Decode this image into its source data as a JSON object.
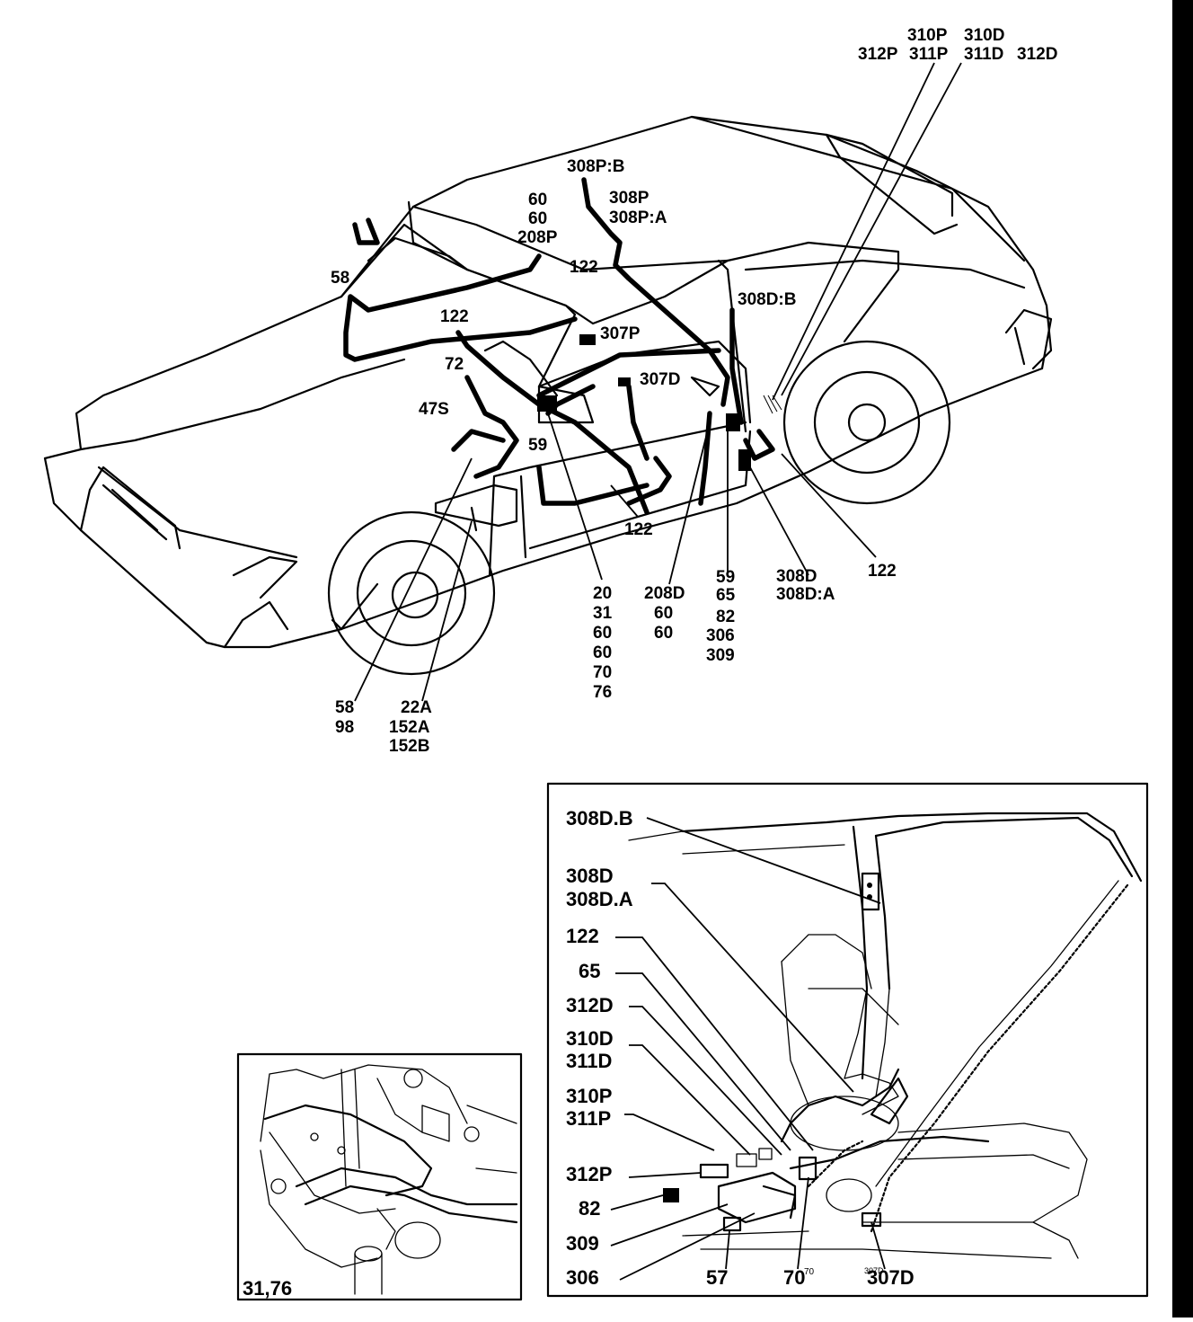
{
  "labels": {
    "top_right": [
      "310P",
      "310D",
      "312P",
      "311P",
      "311D",
      "312D"
    ],
    "roof_308p_b": "308P:B",
    "roof_308p": "308P",
    "roof_308p_a": "308P:A",
    "left_60a": "60",
    "left_60b": "60",
    "left_208p": "208P",
    "l_58_top": "58",
    "l_122_a": "122",
    "l_122_b": "122",
    "l_307p": "307P",
    "l_72": "72",
    "l_307d": "307D",
    "l_47s": "47S",
    "l_59": "59",
    "l_308d_b": "308D:B",
    "l_122_c": "122",
    "l_122_d": "122",
    "bottom_col_20": [
      "20",
      "31",
      "60",
      "60",
      "70",
      "76"
    ],
    "bottom_col_208d": [
      "208D",
      "60",
      "60"
    ],
    "bottom_col_59": [
      "59",
      "65",
      "82",
      "306",
      "309"
    ],
    "bottom_col_308d": [
      "308D",
      "308D:A"
    ],
    "bottom_col_58": [
      "58",
      "98"
    ],
    "bottom_col_22a": [
      "22A",
      "152A",
      "152B"
    ]
  },
  "inset_left": {
    "caption": "31,76"
  },
  "inset_right": {
    "labels": [
      "308D.B",
      "308D",
      "308D.A",
      "122",
      "65",
      "312D",
      "310D",
      "311D",
      "310P",
      "311P",
      "312P",
      "82",
      "309",
      "306",
      "57",
      "70",
      "307D"
    ],
    "small_labels": [
      "70",
      "307D"
    ]
  },
  "colors": {
    "ink": "#000000",
    "paper": "#ffffff"
  }
}
